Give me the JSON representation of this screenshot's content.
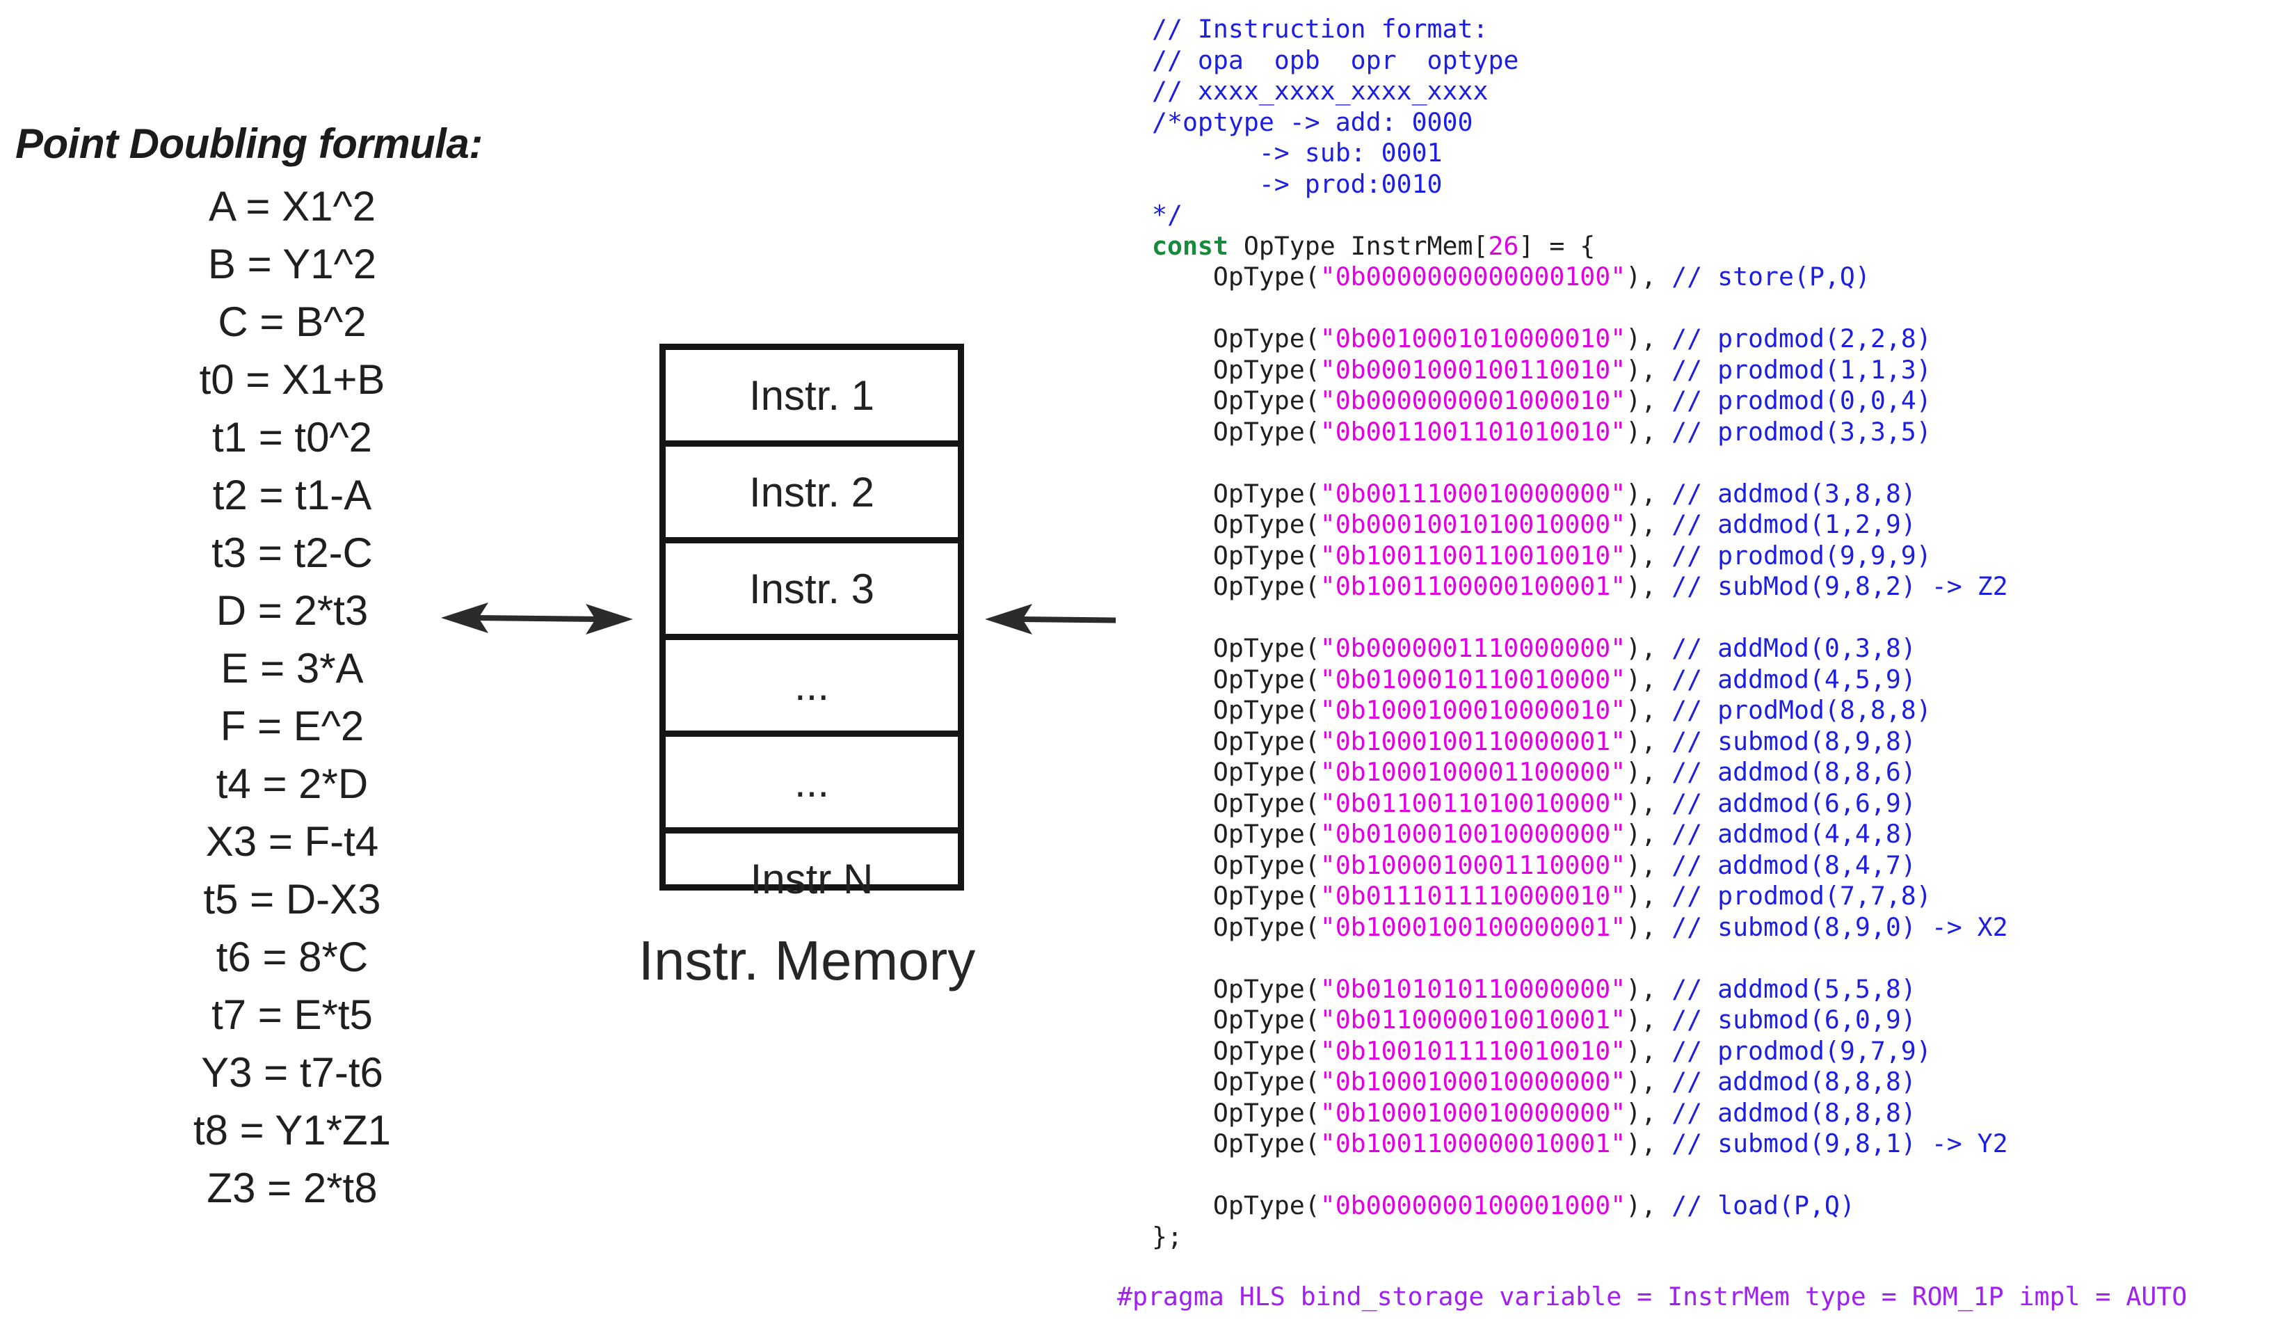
{
  "formula": {
    "title": "Point Doubling formula:",
    "lines": [
      "A = X1^2",
      "B = Y1^2",
      "C = B^2",
      "t0 = X1+B",
      "t1 = t0^2",
      "t2 = t1-A",
      "t3 = t2-C",
      "D = 2*t3",
      "E = 3*A",
      "F = E^2",
      "t4 = 2*D",
      "X3 = F-t4",
      "t5 = D-X3",
      "t6 = 8*C",
      "t7 = E*t5",
      "Y3 = t7-t6",
      "t8 = Y1*Z1",
      "Z3 = 2*t8"
    ]
  },
  "memory": {
    "slots": [
      "Instr. 1",
      "Instr. 2",
      "Instr. 3",
      "...",
      "...",
      "Instr N"
    ],
    "caption": "Instr. Memory"
  },
  "code": {
    "header": [
      "// Instruction format:",
      "// opa  opb  opr  optype",
      "// xxxx_xxxx_xxxx_xxxx",
      "/*optype -> add: 0000",
      "       -> sub: 0001",
      "       -> prod:0010",
      "*/"
    ],
    "decl_keyword": "const",
    "decl_type": " OpType InstrMem[",
    "decl_size": "26",
    "decl_end": "] = {",
    "entries": [
      {
        "bin": "0b0000000000000100",
        "comment": "// store(P,Q)"
      },
      null,
      {
        "bin": "0b0010001010000010",
        "comment": "// prodmod(2,2,8)"
      },
      {
        "bin": "0b0001000100110010",
        "comment": "// prodmod(1,1,3)"
      },
      {
        "bin": "0b0000000001000010",
        "comment": "// prodmod(0,0,4)"
      },
      {
        "bin": "0b0011001101010010",
        "comment": "// prodmod(3,3,5)"
      },
      null,
      {
        "bin": "0b0011100010000000",
        "comment": "// addmod(3,8,8)"
      },
      {
        "bin": "0b0001001010010000",
        "comment": "// addmod(1,2,9)"
      },
      {
        "bin": "0b1001100110010010",
        "comment": "// prodmod(9,9,9)"
      },
      {
        "bin": "0b1001100000100001",
        "comment": "// subMod(9,8,2) -> Z2"
      },
      null,
      {
        "bin": "0b0000001110000000",
        "comment": "// addMod(0,3,8)"
      },
      {
        "bin": "0b0100010110010000",
        "comment": "// addmod(4,5,9)"
      },
      {
        "bin": "0b1000100010000010",
        "comment": "// prodMod(8,8,8)"
      },
      {
        "bin": "0b1000100110000001",
        "comment": "// submod(8,9,8)"
      },
      {
        "bin": "0b1000100001100000",
        "comment": "// addmod(8,8,6)"
      },
      {
        "bin": "0b0110011010010000",
        "comment": "// addmod(6,6,9)"
      },
      {
        "bin": "0b0100010010000000",
        "comment": "// addmod(4,4,8)"
      },
      {
        "bin": "0b1000010001110000",
        "comment": "// addmod(8,4,7)"
      },
      {
        "bin": "0b0111011110000010",
        "comment": "// prodmod(7,7,8)"
      },
      {
        "bin": "0b1000100100000001",
        "comment": "// submod(8,9,0) -> X2"
      },
      null,
      {
        "bin": "0b0101010110000000",
        "comment": "// addmod(5,5,8)"
      },
      {
        "bin": "0b0110000010010001",
        "comment": "// submod(6,0,9)"
      },
      {
        "bin": "0b1001011110010010",
        "comment": "// prodmod(9,7,9)"
      },
      {
        "bin": "0b1000100010000000",
        "comment": "// addmod(8,8,8)"
      },
      {
        "bin": "0b1000100010000000",
        "comment": "// addmod(8,8,8)"
      },
      {
        "bin": "0b1001100000010001",
        "comment": "// submod(9,8,1) -> Y2"
      },
      null,
      {
        "bin": "0b0000000100001000",
        "comment": "// load(P,Q)"
      }
    ],
    "call_open": "OpType(",
    "call_close": "),",
    "closing": "};",
    "pragma": "#pragma HLS bind_storage variable = InstrMem type = ROM_1P impl = AUTO"
  }
}
